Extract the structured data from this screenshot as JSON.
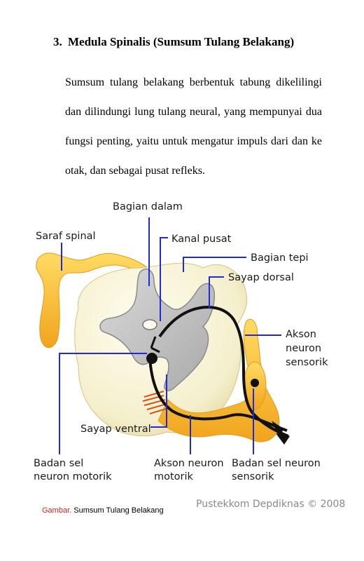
{
  "section": {
    "number": "3.",
    "title": "Medula Spinalis (Sumsum Tulang Belakang)"
  },
  "paragraph": "Sumsum tulang belakang berbentuk tabung dikelilingi dan dilindungi lung tulang neural, yang mempunyai dua fungsi penting, yaitu untuk mengatur impuls dari dan ke otak, dan sebagai pusat refleks.",
  "figure": {
    "labels": {
      "bagian_dalam": "Bagian dalam",
      "saraf_spinal": "Saraf spinal",
      "kanal_pusat": "Kanal pusat",
      "bagian_tepi": "Bagian tepi",
      "sayap_dorsal": "Sayap dorsal",
      "akson_sensorik_1": "Akson",
      "akson_sensorik_2": "neuron",
      "akson_sensorik_3": "sensorik",
      "sayap_ventral": "Sayap ventral",
      "badan_motorik_1": "Badan sel",
      "badan_motorik_2": "neuron motorik",
      "akson_motorik_1": "Akson neuron",
      "akson_motorik_2": "motorik",
      "badan_sensorik_1": "Badan sel neuron",
      "badan_sensorik_2": "sensorik"
    },
    "colors": {
      "leader_line": "#1f2bd8",
      "white_matter": "#f7f3d8",
      "grey_matter": "#c4c4c4",
      "nerve": "#f6b62a"
    }
  },
  "caption": {
    "prefix": "Gambar.",
    "text": " Sumsum Tulang Belakang"
  },
  "credit": "Pustekkom Depdiknas © 2008"
}
